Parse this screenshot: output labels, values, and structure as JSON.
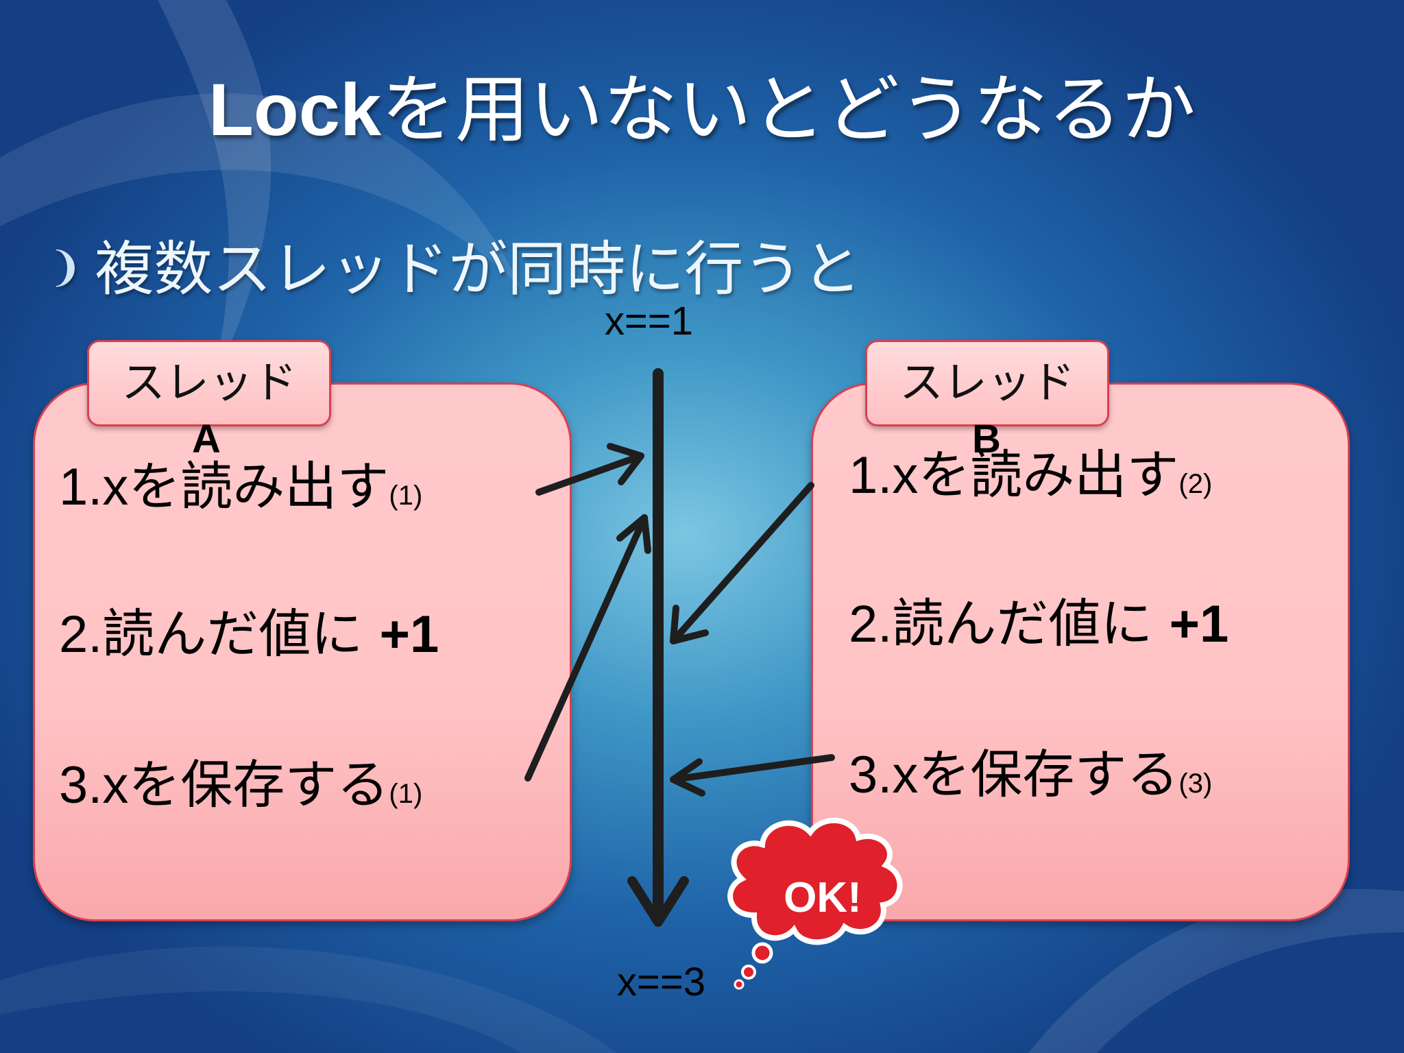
{
  "title": {
    "en": "Lock",
    "ja": "を用いないとどうなるか"
  },
  "bullet": {
    "text": "複数スレッドが同時に行うと"
  },
  "timeline": {
    "start_label": "x==1",
    "end_label": "x==3"
  },
  "thread_a": {
    "tab": "スレッド",
    "letter": "A",
    "steps": [
      {
        "num": "1.x",
        "text": "を読み出す",
        "sub": "(1)"
      },
      {
        "num": "2.",
        "text": "読んだ値に ",
        "bold": "+1"
      },
      {
        "num": "3.x",
        "text": "を保存する",
        "sub": "(1)"
      }
    ]
  },
  "thread_b": {
    "tab": "スレッド",
    "letter": "B",
    "steps": [
      {
        "num": "1.x",
        "text": "を読み出す",
        "sub": "(2)"
      },
      {
        "num": "2.",
        "text": "読んだ値に ",
        "bold": "+1"
      },
      {
        "num": "3.x",
        "text": "を保存する",
        "sub": "(3)"
      }
    ]
  },
  "callout": {
    "text": "OK!",
    "color": "#e0202a"
  },
  "colors": {
    "box_fill": "#ffc3c5",
    "box_border": "#d94050",
    "arrow": "#1e1e1e"
  }
}
